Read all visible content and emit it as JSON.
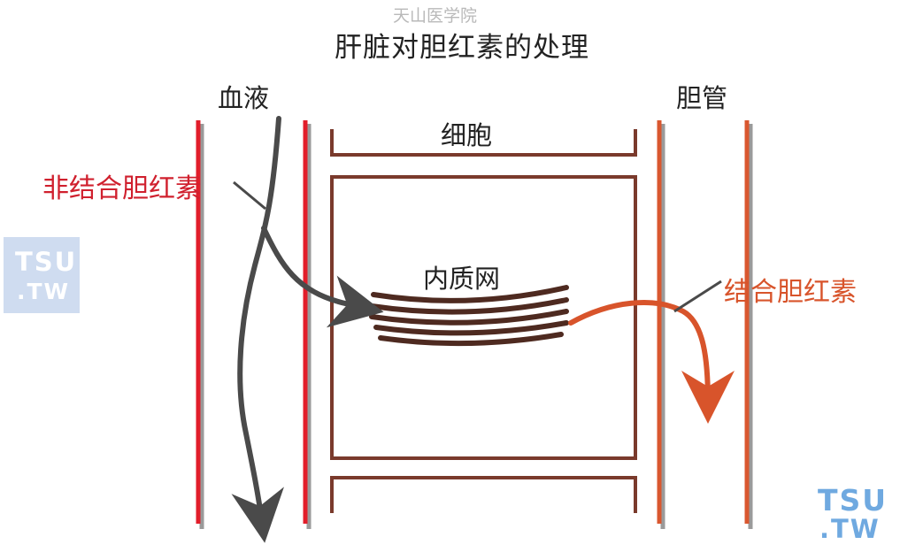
{
  "watermark_top": "天山医学院",
  "title": "肝脏对胆红素的处理",
  "labels": {
    "blood": "血液",
    "bile_duct": "胆管",
    "cell": "细胞",
    "er": "内质网",
    "unconjugated": "非结合胆红素",
    "conjugated": "结合胆红素"
  },
  "logo": {
    "line1": "TSU",
    "line2": ".TW"
  },
  "colors": {
    "blood_wall": "#e21d2a",
    "wall_shadow": "#9a9a9a",
    "cell_wall": "#7a3a2c",
    "duct_wall": "#d9572f",
    "er_membrane": "#4e2a20",
    "gray_arrow": "#4a4a4a",
    "conj_arrow": "#d8542b",
    "unconj_text": "#d0202e"
  }
}
